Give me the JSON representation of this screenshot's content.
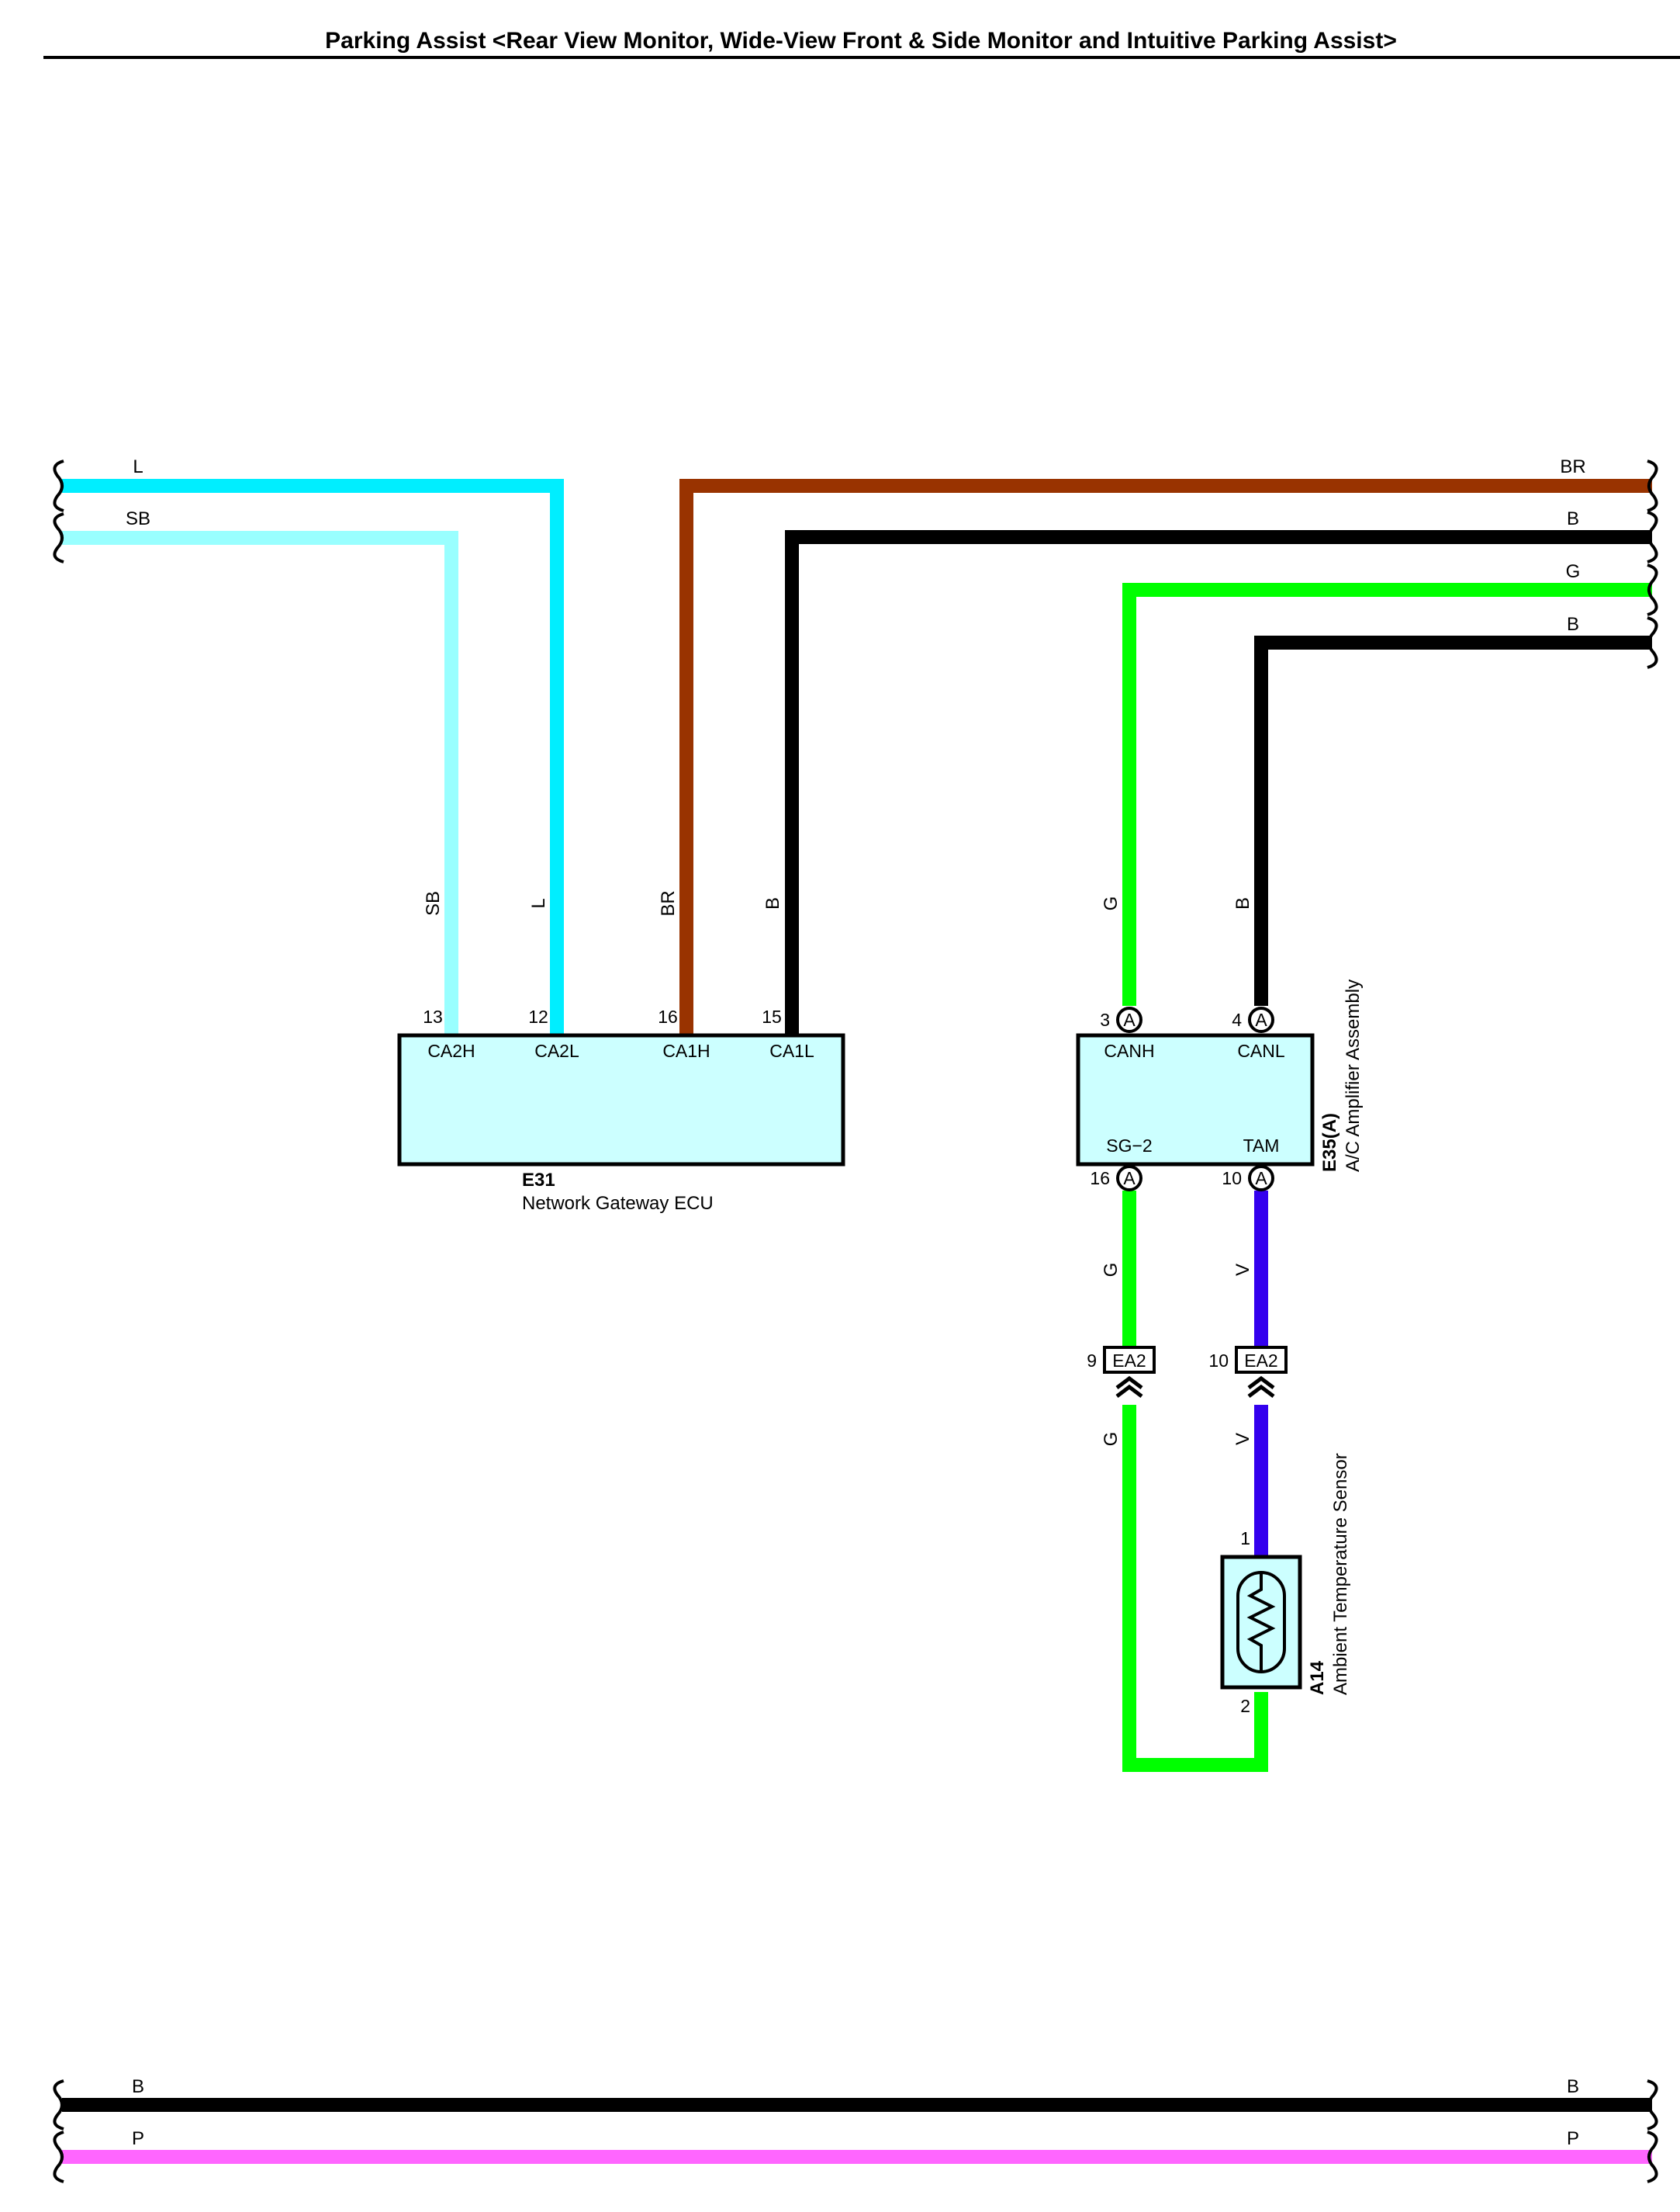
{
  "title": "Parking Assist <Rear View Monitor, Wide-View Front & Side Monitor and Intuitive Parking Assist>",
  "colors": {
    "L": "#00eeff",
    "SB": "#99ffff",
    "BR": "#993300",
    "B": "#000000",
    "G": "#00ff00",
    "V": "#3300ee",
    "P": "#ff66ff",
    "component_fill": "#ccffff"
  },
  "wires": {
    "L": "L",
    "SB": "SB",
    "BR": "BR",
    "B": "B",
    "G": "G",
    "V": "V",
    "P": "P"
  },
  "components": {
    "e31": {
      "code": "E31",
      "name": "Network Gateway ECU",
      "pins": [
        {
          "num": "13",
          "name": "CA2H"
        },
        {
          "num": "12",
          "name": "CA2L"
        },
        {
          "num": "16",
          "name": "CA1H"
        },
        {
          "num": "15",
          "name": "CA1L"
        }
      ]
    },
    "e35": {
      "code": "E35(A)",
      "name": "A/C Amplifier Assembly",
      "connector": "A",
      "pins": [
        {
          "num": "3",
          "name": "CANH"
        },
        {
          "num": "4",
          "name": "CANL"
        },
        {
          "num": "16",
          "name": "SG−2"
        },
        {
          "num": "10",
          "name": "TAM"
        }
      ]
    },
    "a14": {
      "code": "A14",
      "name": "Ambient Temperature Sensor",
      "pins": [
        "1",
        "2"
      ]
    }
  },
  "connectors": {
    "ea2": {
      "name": "EA2",
      "pin_g": "9",
      "pin_v": "10"
    }
  }
}
